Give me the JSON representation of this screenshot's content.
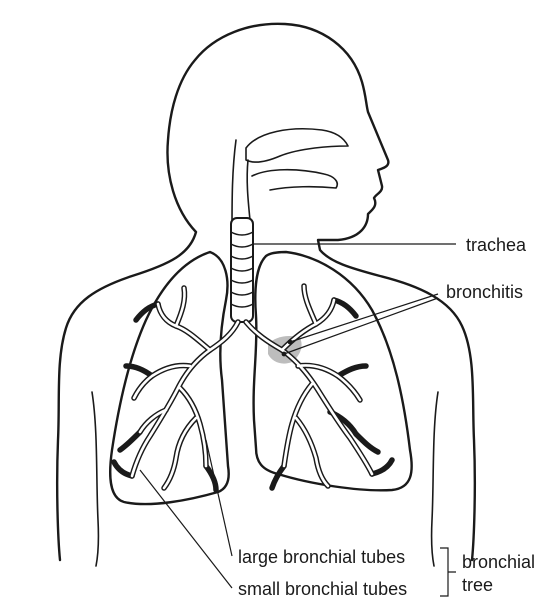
{
  "labels": {
    "trachea": "trachea",
    "bronchitis": "bronchitis",
    "large_tubes": "large bronchial tubes",
    "small_tubes": "small bronchial tubes",
    "bronchial_tree_line1": "bronchial",
    "bronchial_tree_line2": "tree"
  },
  "colors": {
    "outline": "#1a1a1a",
    "inflamed_region": "#bdbdbd"
  }
}
